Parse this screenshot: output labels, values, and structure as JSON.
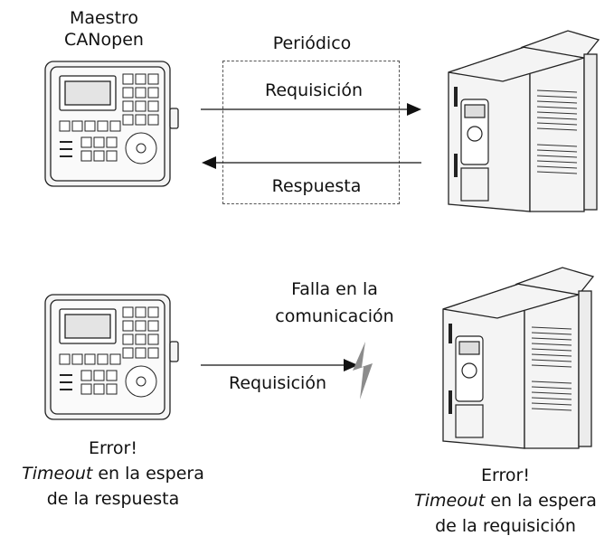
{
  "top": {
    "master_label_line1": "Maestro",
    "master_label_line2": "CANopen",
    "periodic_label": "Periódico",
    "request_label": "Requisición",
    "response_label": "Respuesta"
  },
  "bottom": {
    "failure_line1": "Falla en la",
    "failure_line2": "comunicación",
    "request_label": "Requisición",
    "master_error": "Error!",
    "master_timeout_word": "Timeout",
    "master_timeout_rest": " en la espera",
    "master_timeout_line2": "de la respuesta",
    "drive_error": "Error!",
    "drive_timeout_word": "Timeout",
    "drive_timeout_rest": " en la espera",
    "drive_timeout_line2": "de la requisición"
  },
  "colors": {
    "line": "#111111",
    "lightning": "#8c8c8c",
    "device_body": "#f4f4f4"
  },
  "icons": [
    "master-controller-icon",
    "frequency-drive-icon",
    "lightning-bolt-icon"
  ]
}
